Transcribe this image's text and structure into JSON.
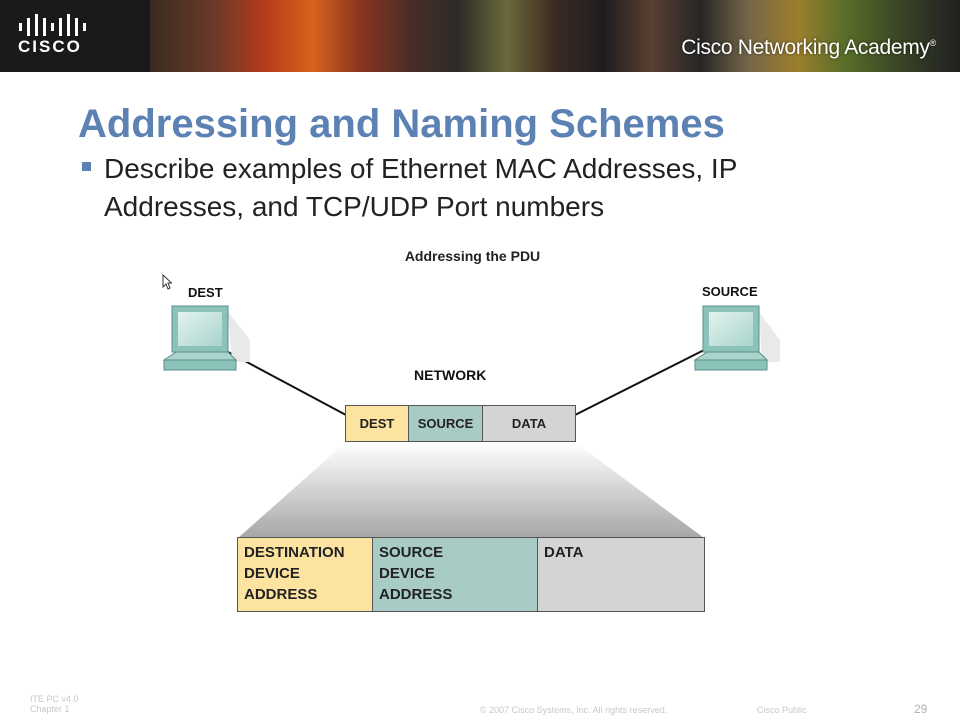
{
  "header": {
    "brand": "CISCO",
    "academy_title": "Cisco Networking Academy",
    "trademark": "®"
  },
  "slide": {
    "title": "Addressing and Naming Schemes",
    "bullet": "Describe examples of Ethernet MAC Addresses, IP Addresses, and TCP/UDP Port numbers"
  },
  "diagram": {
    "title": "Addressing the PDU",
    "dest_label": "DEST",
    "source_label": "SOURCE",
    "network_label": "NETWORK",
    "pdu": {
      "dest": "DEST",
      "source": "SOURCE",
      "data": "DATA"
    },
    "expanded": {
      "dest_line1": "DESTINATION",
      "dest_line2": "DEVICE",
      "dest_line3": "ADDRESS",
      "source_line1": "SOURCE",
      "source_line2": "DEVICE",
      "source_line3": "ADDRESS",
      "data": "DATA"
    },
    "colors": {
      "dest": "#fce3a0",
      "source": "#a8cbc6",
      "data": "#d4d4d4",
      "title_blue": "#5b82b3"
    }
  },
  "footer": {
    "course_line1": "ITE PC v4.0",
    "course_line2": "Chapter 1",
    "copyright": "© 2007 Cisco Systems, Inc. All rights reserved.",
    "classification": "Cisco Public",
    "page_number": "29"
  }
}
